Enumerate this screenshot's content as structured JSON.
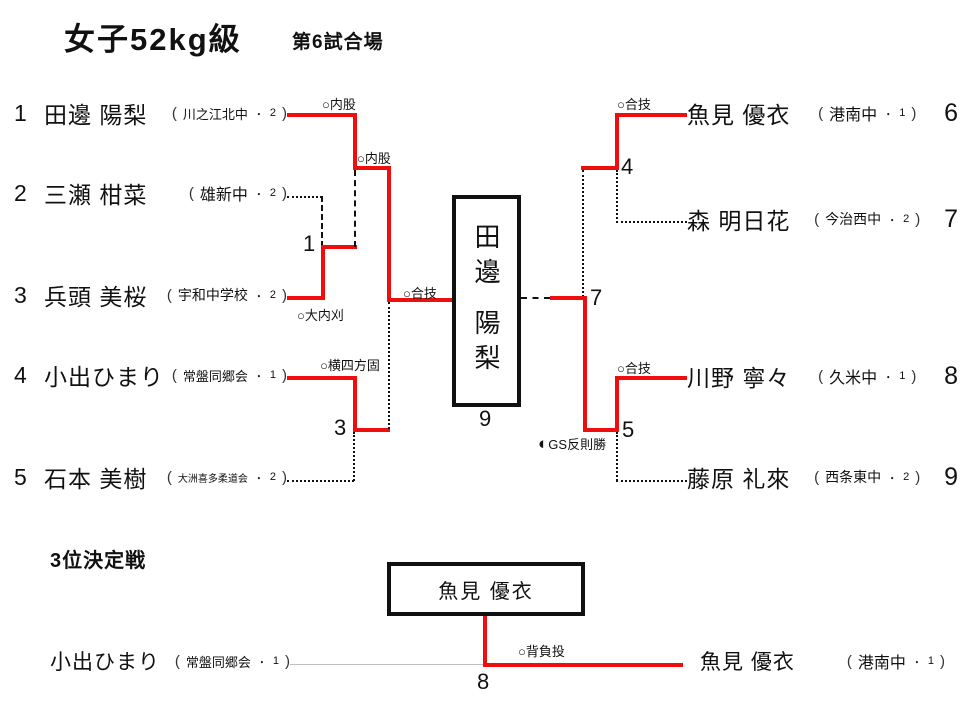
{
  "header": {
    "title": "女子52kg級",
    "venue": "第6試合場"
  },
  "punct": {
    "open": "(",
    "close": ")",
    "dot": "・"
  },
  "players": {
    "left": [
      {
        "seed": "1",
        "name": "田邊 陽梨",
        "club": "川之江北中",
        "grade": "2"
      },
      {
        "seed": "2",
        "name": "三瀬 柑菜",
        "club": "雄新中",
        "grade": "2"
      },
      {
        "seed": "3",
        "name": "兵頭 美桜",
        "club": "宇和中学校",
        "grade": "2"
      },
      {
        "seed": "4",
        "name": "小出ひまり",
        "club": "常盤同郷会",
        "grade": "1"
      },
      {
        "seed": "5",
        "name": "石本 美樹",
        "club": "大洲喜多柔道会",
        "grade": "2"
      }
    ],
    "right": [
      {
        "seed": "6",
        "name": "魚見 優衣",
        "club": "港南中",
        "grade": "1"
      },
      {
        "seed": "7",
        "name": "森 明日花",
        "club": "今治西中",
        "grade": "2"
      },
      {
        "seed": "8",
        "name": "川野 寧々",
        "club": "久米中",
        "grade": "1"
      },
      {
        "seed": "9",
        "name": "藤原 礼來",
        "club": "西条東中",
        "grade": "2"
      }
    ]
  },
  "techniques": {
    "match2": "○内股",
    "semi_left": "○内股",
    "final": "○合技",
    "match1": "○大内刈",
    "match3": "○横四方固",
    "match4": "○合技",
    "match5": "○合技",
    "semi_right_symbol": "◐",
    "semi_right": "GS反則勝",
    "third_place": "○背負投"
  },
  "match_numbers": {
    "m1": "1",
    "m3": "3",
    "m4": "4",
    "m5": "5",
    "m7": "7",
    "m9": "9",
    "m8": "8"
  },
  "champion_box": {
    "name": "田邊 陽梨"
  },
  "third_place": {
    "label": "3位決定戦",
    "winner": "魚見 優衣",
    "left": {
      "name": "小出ひまり",
      "club": "常盤同郷会",
      "grade": "1"
    },
    "right": {
      "name": "魚見 優衣",
      "club": "港南中",
      "grade": "1"
    }
  }
}
